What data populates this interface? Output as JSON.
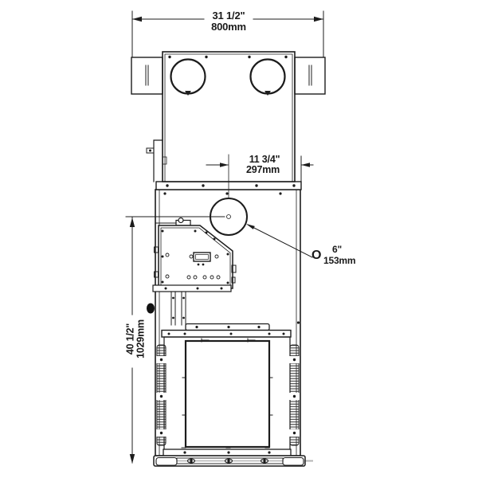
{
  "colors": {
    "line": "#1c1c1c",
    "shadow_line": "#b4b4b4",
    "background": "#ffffff"
  },
  "dimensions": {
    "overall_width": {
      "inches": "31 1/2\"",
      "mm": "800mm"
    },
    "flue_center_offset": {
      "inches": "11 3/4\"",
      "mm": "297mm"
    },
    "flue_diameter": {
      "symbol": "O",
      "inches": "6\"",
      "mm": "153mm"
    },
    "overall_height": {
      "inches": "40 1/2\"",
      "mm": "1029mm"
    }
  }
}
